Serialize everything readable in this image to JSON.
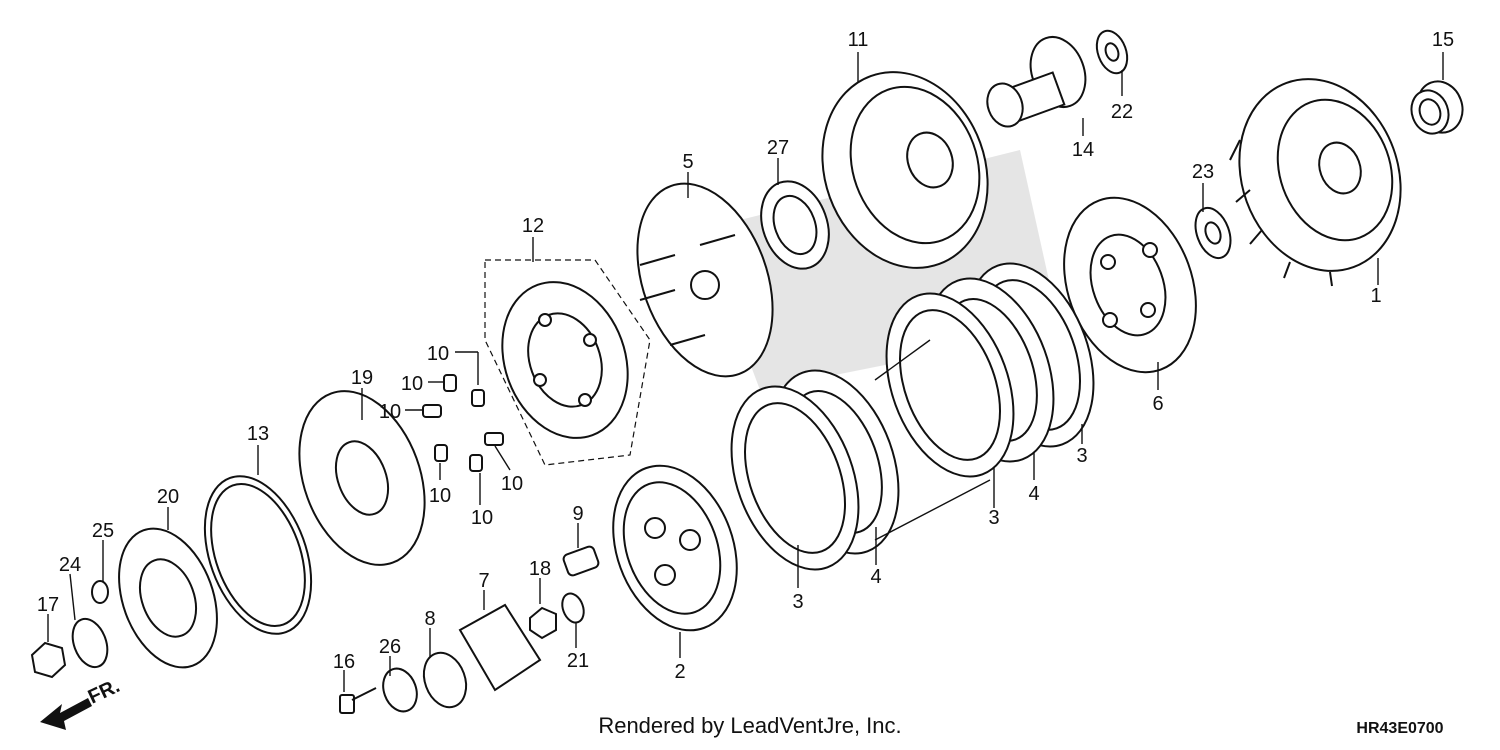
{
  "labels": [
    {
      "id": "l1",
      "text": "1"
    },
    {
      "id": "l2",
      "text": "2"
    },
    {
      "id": "l3a",
      "text": "3"
    },
    {
      "id": "l3b",
      "text": "3"
    },
    {
      "id": "l3c",
      "text": "3"
    },
    {
      "id": "l4a",
      "text": "4"
    },
    {
      "id": "l4b",
      "text": "4"
    },
    {
      "id": "l5",
      "text": "5"
    },
    {
      "id": "l6",
      "text": "6"
    },
    {
      "id": "l7",
      "text": "7"
    },
    {
      "id": "l8",
      "text": "8"
    },
    {
      "id": "l9",
      "text": "9"
    },
    {
      "id": "l10a",
      "text": "10"
    },
    {
      "id": "l10b",
      "text": "10"
    },
    {
      "id": "l10c",
      "text": "10"
    },
    {
      "id": "l10d",
      "text": "10"
    },
    {
      "id": "l10e",
      "text": "10"
    },
    {
      "id": "l10f",
      "text": "10"
    },
    {
      "id": "l11",
      "text": "11"
    },
    {
      "id": "l12",
      "text": "12"
    },
    {
      "id": "l13",
      "text": "13"
    },
    {
      "id": "l14",
      "text": "14"
    },
    {
      "id": "l15",
      "text": "15"
    },
    {
      "id": "l16",
      "text": "16"
    },
    {
      "id": "l17",
      "text": "17"
    },
    {
      "id": "l18",
      "text": "18"
    },
    {
      "id": "l19",
      "text": "19"
    },
    {
      "id": "l20",
      "text": "20"
    },
    {
      "id": "l21",
      "text": "21"
    },
    {
      "id": "l22",
      "text": "22"
    },
    {
      "id": "l23",
      "text": "23"
    },
    {
      "id": "l24",
      "text": "24"
    },
    {
      "id": "l25",
      "text": "25"
    },
    {
      "id": "l26",
      "text": "26"
    },
    {
      "id": "l27",
      "text": "27"
    }
  ],
  "front_marker": "FR.",
  "footer": "Rendered by LeadVentJre, Inc.",
  "diagram_code": "HR43E0700"
}
